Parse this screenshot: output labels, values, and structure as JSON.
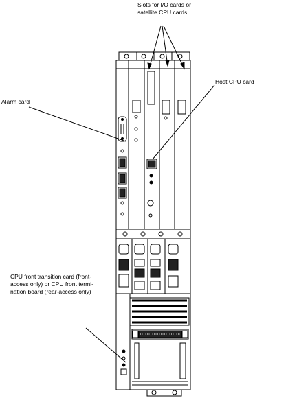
{
  "callouts": {
    "slots": {
      "line1": "Slots for I/O cards or",
      "line2": "satellite CPU cards"
    },
    "host_cpu": "Host CPU card",
    "alarm": "Alarm card",
    "cpu_front": {
      "line1": "CPU front transition card (front-",
      "line2": "access only) or CPU front termi-",
      "line3": "nation board (rear-access only)"
    }
  }
}
